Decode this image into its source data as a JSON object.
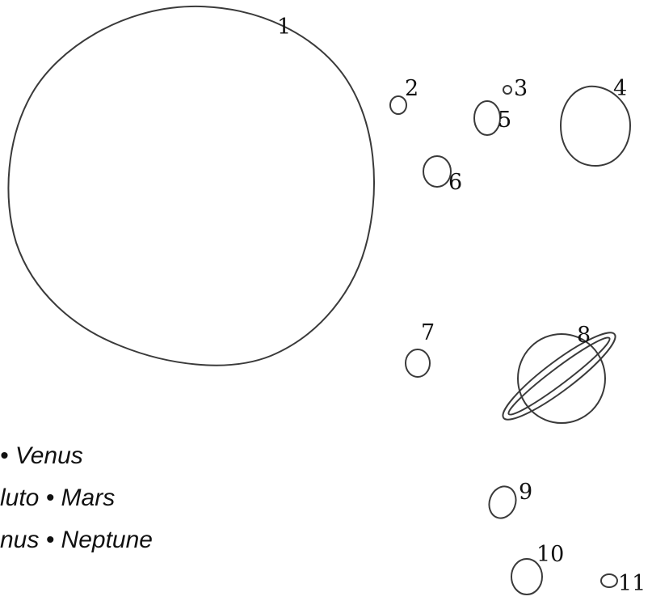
{
  "diagram": {
    "labels": [
      "1",
      "2",
      "3",
      "4",
      "5",
      "6",
      "7",
      "8",
      "9",
      "10",
      "11"
    ],
    "word_bank": [
      "• Venus",
      "luto • Mars",
      "nus • Neptune"
    ]
  }
}
